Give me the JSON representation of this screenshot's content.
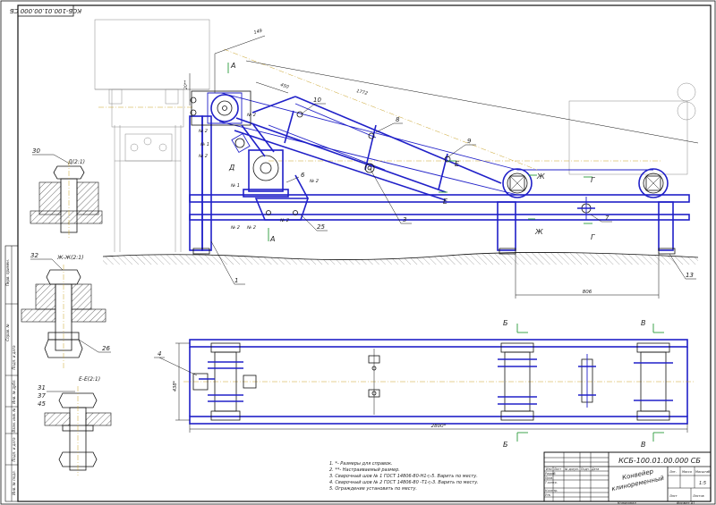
{
  "sheet": {
    "stamp_code": "КСБ-100.01.00.000 СБ",
    "designation": "КСБ-100.01.00.000 СБ",
    "title_line1": "Конвейер",
    "title_line2": "клиноременный",
    "scale": "1:5",
    "col_lit": "Лит.",
    "col_mass": "Масса",
    "col_scale": "Масштаб",
    "col_sheet": "Лист",
    "col_sheets": "Листов",
    "col_change": "Изм",
    "col_list": "Лист",
    "col_docnum": "№ докум.",
    "col_sign": "Подп.",
    "col_date": "Дата",
    "role_dev": "Разраб.",
    "role_check": "Пров.",
    "role_tcontrol": "Т.контр.",
    "role_ncontrol": "Н.контр.",
    "role_approve": "Утв.",
    "bottom_copied": "Копировал",
    "bottom_format": "Формат  А1"
  },
  "notes": [
    "1. *- Размеры для справок.",
    "2. **- Настраиваемый размер.",
    "3. Сварочный шов № 1 ГОСТ 14806-80-Н1-▷5. Варить по месту.",
    "4. Сварочный шов № 2 ГОСТ 14806-80 -Т1-▷3. Варить по месту.",
    "5. Ограждение установить по месту."
  ],
  "dimensions": {
    "d149": "149",
    "d450": "450",
    "d1772": "1772",
    "d20": "20**",
    "d806": "806",
    "d2800": "2800*",
    "d438": "438*"
  },
  "sections": {
    "a": "А",
    "d": "Д",
    "e": "Е",
    "zh": "Ж",
    "g": "Г",
    "b": "Б",
    "v": "В",
    "detail_d": "Д(2:1)",
    "detail_zh": "Ж-Ж(2:1)",
    "detail_e": "Е-Е(2:1)"
  },
  "welds": {
    "n1": "№ 1",
    "n2": "№ 2"
  },
  "callouts": {
    "c1": "1",
    "c3": "3",
    "c4": "4",
    "c6": "6",
    "c7": "7",
    "c8": "8",
    "c9": "9",
    "c10": "10",
    "c13": "13",
    "c25": "25",
    "c26": "26",
    "c30": "30",
    "c31": "31",
    "c32": "32",
    "c37": "37",
    "c45": "45"
  },
  "margin": {
    "inv_orig": "Инв. № подл.",
    "sign_date1": "Подп. и дата",
    "inv_dup": "Взам. инв. №",
    "inv_dubl": "Инв. № дубл.",
    "sign_date2": "Подп. и дата",
    "sprav": "Справ. №",
    "perv": "Перв. примен."
  }
}
